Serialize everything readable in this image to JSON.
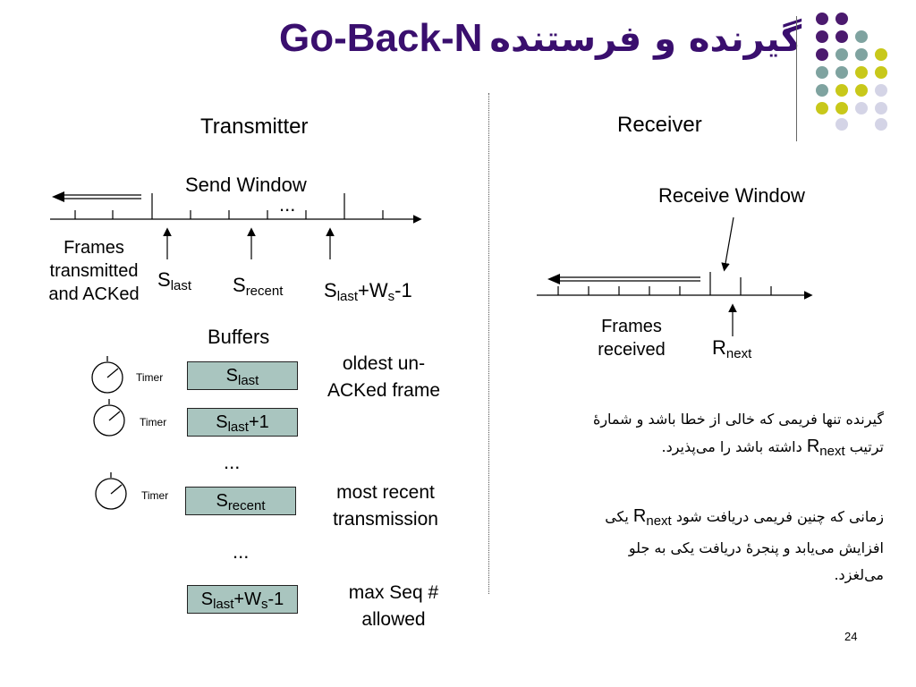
{
  "title": {
    "en": "Go-Back-N",
    "fa": "گیرنده و فرستنده"
  },
  "transmitter": {
    "heading": "Transmitter",
    "send_window": "Send Window",
    "ellipsis": "...",
    "frames_transmitted": [
      "Frames",
      "transmitted",
      "and ACKed"
    ],
    "s_last": {
      "base": "S",
      "sub": "last"
    },
    "s_recent": {
      "base": "S",
      "sub": "recent"
    },
    "s_last_ws": {
      "base1": "S",
      "sub1": "last",
      "mid": "+W",
      "sub2": "s",
      "tail": "-1"
    }
  },
  "buffers": {
    "heading": "Buffers",
    "timer_label": "Timer",
    "rows": [
      {
        "base": "S",
        "sub": "last",
        "tail": "",
        "desc": [
          "oldest un-",
          "ACKed frame"
        ]
      },
      {
        "base": "S",
        "sub": "last",
        "tail": "+1",
        "desc": []
      },
      {
        "base": "S",
        "sub": "recent",
        "tail": "",
        "desc": [
          "most recent",
          "transmission"
        ]
      }
    ],
    "ellipsis": "...",
    "last": {
      "base1": "S",
      "sub1": "last",
      "mid": "+W",
      "sub2": "s",
      "tail": "-1",
      "desc": [
        "max Seq #",
        "allowed"
      ]
    }
  },
  "receiver": {
    "heading": "Receiver",
    "receive_window": "Receive Window",
    "frames_received": [
      "Frames",
      "received"
    ],
    "r_next": {
      "base": "R",
      "sub": "next"
    }
  },
  "explanation": {
    "p1_line1": "گیرنده تنها فریمی که خالی از خطا باشد و شمارهٔ",
    "p1_line2_a": "ترتیب",
    "p1_line2_b": "داشته باشد را می‌پذیرد.",
    "p2_line1_a": "زمانی که چنین فریمی دریافت شود",
    "p2_line1_b": "یکی",
    "p2_line2": "افزایش می‌یابد و پنجرهٔ دریافت یکی به جلو",
    "p2_line3": "می‌لغزد.",
    "r": {
      "base": "R",
      "sub": "next"
    }
  },
  "page_number": "24",
  "colors": {
    "title": "#3a0f6e",
    "buffer_fill": "#a9c5bf",
    "dot_purple": "#4b1a6e",
    "dot_teal": "#7fa3a0",
    "dot_yellow": "#c8c81a",
    "dot_lavender": "#d4d4e6"
  }
}
